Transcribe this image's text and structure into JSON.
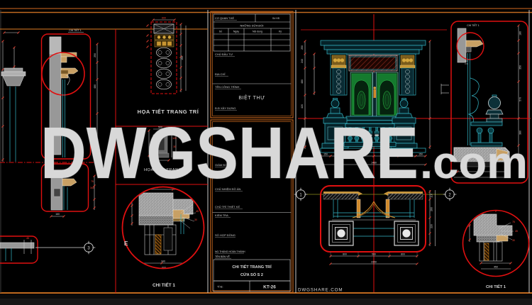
{
  "watermark": {
    "big": "DWGSHARE",
    "suffix": ".com",
    "small": "DWGSHARE.COM"
  },
  "labels": {
    "hoa_tiet": "HỌA TIẾT TRANG TRÍ",
    "chi_tiet": "CHI TIẾT 1",
    "section_e": "E",
    "axis_1": "1",
    "axis_2": "2",
    "axis_3": "3"
  },
  "title_block": {
    "agency": "CƠ QUAN T.KẾ",
    "doc_no": "Số HS",
    "revisions": "NHỮNG SỬA ĐỔI",
    "rev_col_1": "Số",
    "rev_col_2": "Ngày",
    "rev_col_3": "Nội dung",
    "rev_col_4": "Ký",
    "investor": "CHỦ ĐẦU TƯ",
    "address": "ĐỊA CHỈ",
    "project": "TÊN CÔNG TRÌNH",
    "project_name": "BIỆT THỰ",
    "site": "Đ.Đ XÂY DỰNG",
    "director": "GIÁM ĐỐC",
    "lead": "CHỦ NHIỆM ĐỒ ÁN",
    "chief": "CHỦ TRÌ THIẾT KẾ",
    "checker": "KIỂM TRA",
    "contract": "SỐ HỢP ĐỒNG",
    "date": "NG.THÁNG HOÀN THÀNH",
    "drawing": "TÊN BẢN VẼ",
    "drawing_name_1": "CHI TIẾT TRANG TRÍ",
    "drawing_name_2": "CỬA SỔ S 2",
    "scale": "Tỉ lệ:",
    "sheet_no": "KT-26"
  },
  "dims": [
    "250",
    "240",
    "480",
    "420",
    "540",
    "150",
    "370",
    "370",
    "150",
    "1480",
    "110",
    "260",
    "220",
    "800",
    "500",
    "800",
    "2350",
    "180",
    "350",
    "570",
    "380",
    "620",
    "120",
    "275",
    "340",
    "600",
    "75",
    "45",
    "30",
    "120",
    "450",
    "250",
    "480",
    "160",
    "600",
    "150",
    "500"
  ]
}
